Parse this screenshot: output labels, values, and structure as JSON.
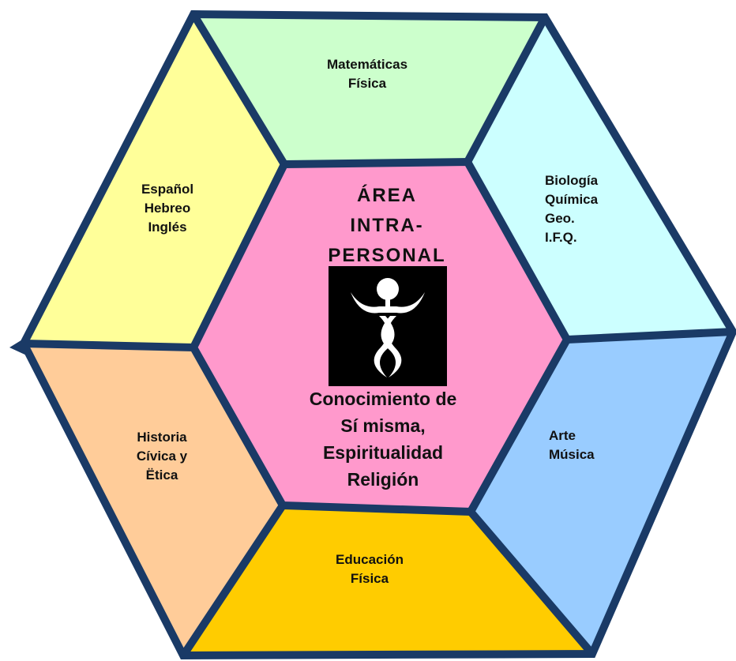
{
  "colors": {
    "border": "#1a3a66",
    "center": "#ff99cc",
    "top": "#ccffcc",
    "top_right": "#ccffff",
    "bottom_right": "#99ccff",
    "bottom": "#ffcc00",
    "bottom_left": "#ffcc99",
    "top_left": "#ffff99",
    "icon_bg": "#000000",
    "icon_fg": "#ffffff"
  },
  "center": {
    "title": [
      "ÁREA",
      "INTRA-",
      "PERSONAL"
    ],
    "subtitle": [
      "Conocimiento de",
      "Sí misma,",
      "Espiritualidad",
      "Religión"
    ],
    "icon": "person-figure-icon"
  },
  "segments": {
    "top": [
      "Matemáticas",
      "Física"
    ],
    "top_right": [
      "Biología",
      "Química",
      "Geo.",
      "I.F.Q."
    ],
    "bottom_right": [
      "Arte",
      "Música"
    ],
    "bottom": [
      "Educación",
      "Física"
    ],
    "bottom_left": [
      "Historia",
      "Cívica y",
      "Ëtica"
    ],
    "top_left": [
      "Español",
      "Hebreo",
      "Inglés"
    ]
  }
}
